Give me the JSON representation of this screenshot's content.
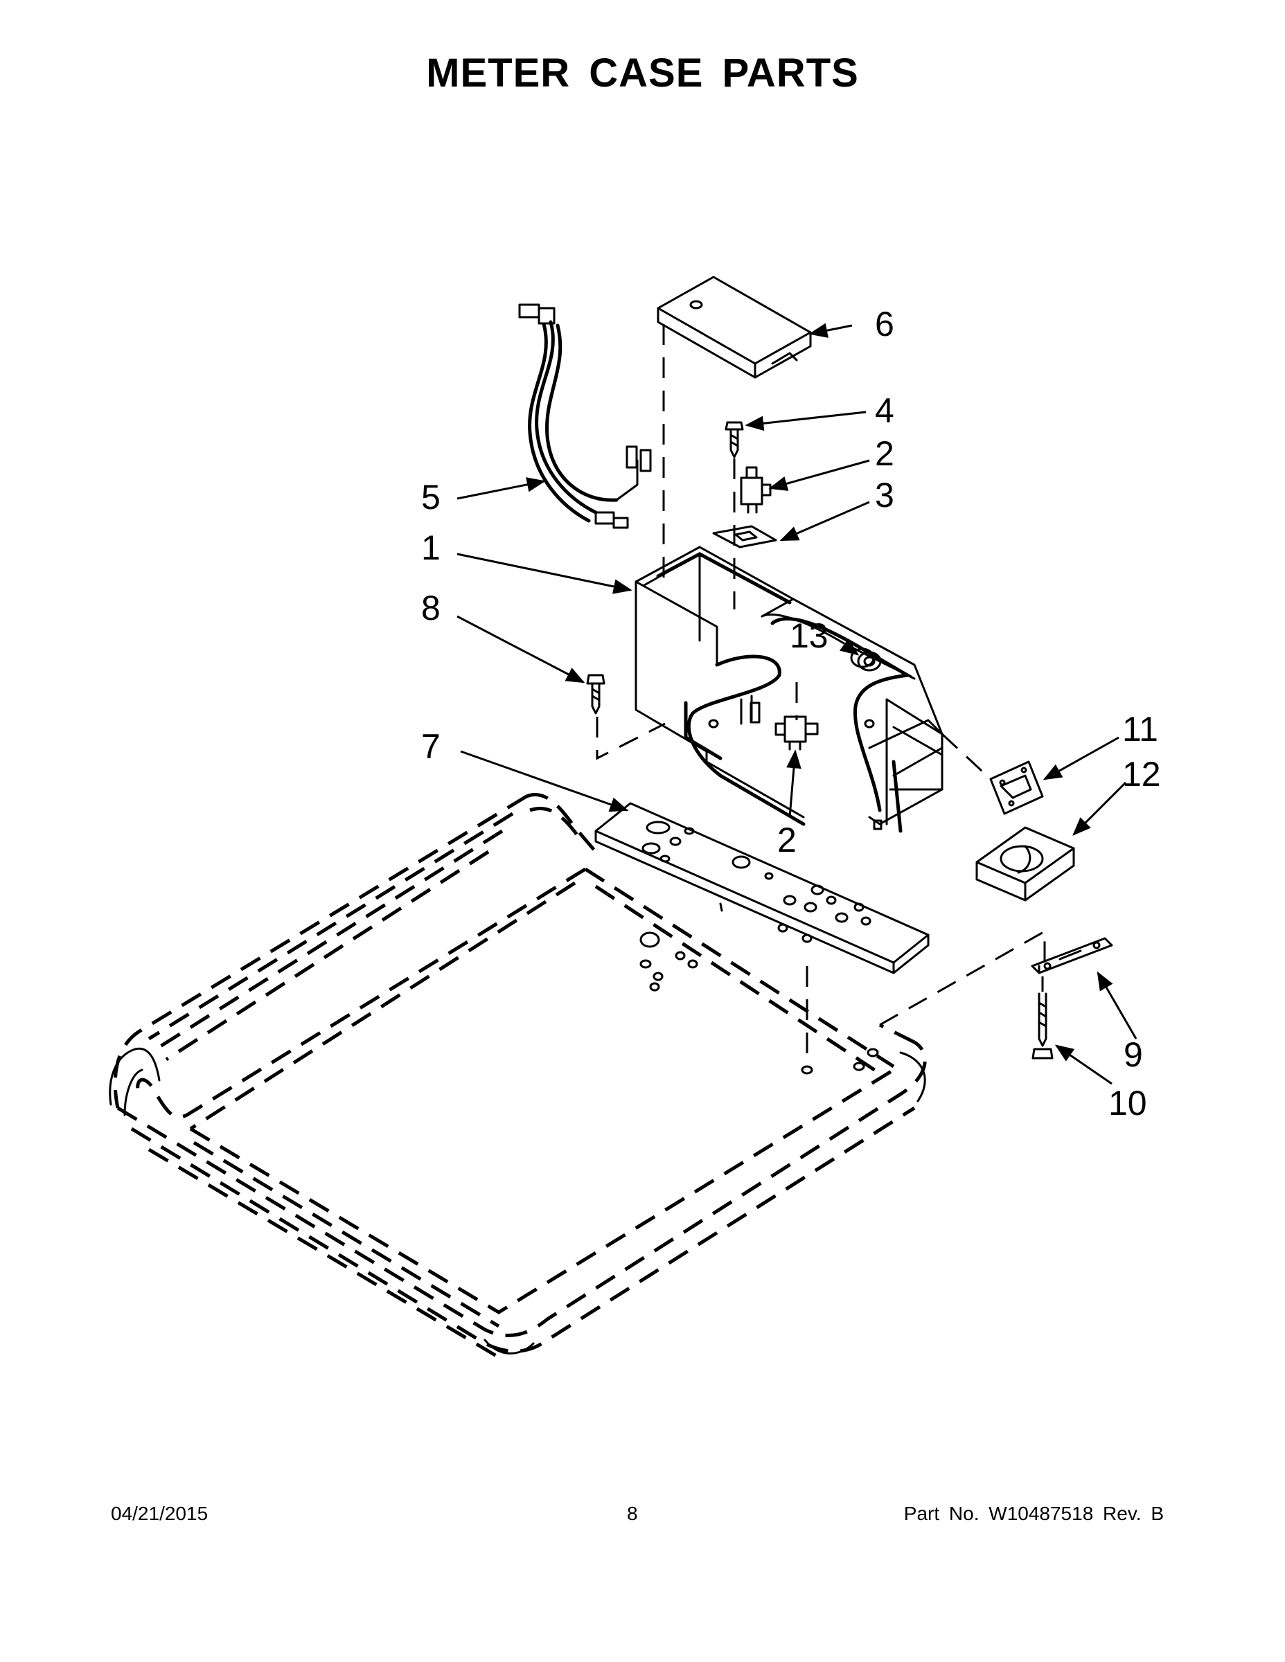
{
  "page": {
    "title": "METER CASE PARTS"
  },
  "callouts": {
    "c1": "1",
    "c2a": "2",
    "c2b": "2",
    "c3": "3",
    "c4": "4",
    "c5": "5",
    "c6": "6",
    "c7": "7",
    "c8": "8",
    "c9": "9",
    "c10": "10",
    "c11": "11",
    "c12": "12",
    "c13": "13"
  },
  "footer": {
    "date": "04/21/2015",
    "page_number": "8",
    "part_number": "Part No.  W10487518  Rev.  B"
  }
}
